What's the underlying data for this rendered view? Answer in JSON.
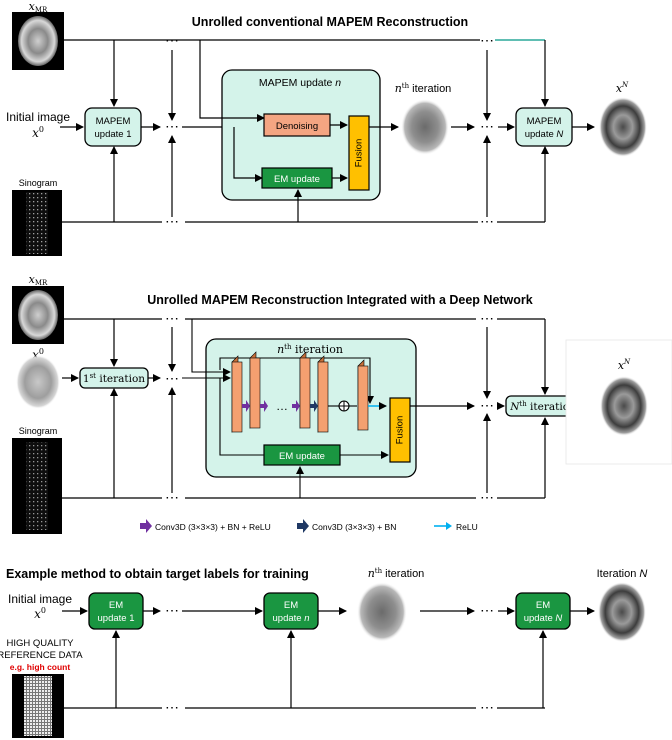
{
  "panel1": {
    "title": "Unrolled conventional MAPEM Reconstruction",
    "x_mr": "x",
    "x_mr_sub": "MR",
    "initial_image_line1": "Initial image",
    "x0": "x",
    "x0_sup": "0",
    "sinogram": "Sinogram",
    "mapem1_line1": "MAPEM",
    "mapem1_line2": "update 1",
    "inner_title": "MAPEM update ",
    "inner_title_n": "n",
    "denoising": "Denoising",
    "em_update": "EM update",
    "fusion": "Fusion",
    "nth_n": "n",
    "nth_sup": "th",
    "nth_rest": " iteration",
    "mapemN_line1": "MAPEM",
    "mapemN_line2": "update ",
    "mapemN_N": "N",
    "xN": "x",
    "xN_sup": "N",
    "dots": "⋯"
  },
  "panel2": {
    "title": "Unrolled MAPEM Reconstruction Integrated with a Deep Network",
    "x_mr": "x",
    "x_mr_sub": "MR",
    "x0": "x",
    "x0_sup": "0",
    "sinogram": "Sinogram",
    "first_1": "1",
    "first_sup": "st",
    "first_rest": " iteration",
    "inner_n": "n",
    "inner_sup": "th",
    "inner_rest": " iteration",
    "em_update": "EM update",
    "fusion": "Fusion",
    "Nth_N": "N",
    "Nth_sup": "th",
    "Nth_rest": " iteration",
    "xN": "x",
    "xN_sup": "N",
    "dots": "⋯"
  },
  "legend": {
    "item1": "Conv3D (3×3×3) + BN + ReLU",
    "item2": "Conv3D (3×3×3) + BN",
    "item3": "ReLU",
    "color1": "#7030a0",
    "color2": "#1f3864",
    "color3": "#00b0f0"
  },
  "panel3": {
    "title": "Example method to obtain target labels for training",
    "initial_image_line1": "Initial image",
    "x0": "x",
    "x0_sup": "0",
    "hq1": "HIGH QUALITY",
    "hq2": "REFERENCE DATA",
    "eg": "e.g. high count",
    "em1_line1": "EM",
    "em1_line2": "update 1",
    "emn_line1": "EM",
    "emn_line2": "update ",
    "emn_n": "n",
    "emN_line1": "EM",
    "emN_line2": "update ",
    "emN_N": "N",
    "nth_n": "n",
    "nth_sup": "th",
    "nth_rest": " iteration",
    "iterN": "Iteration ",
    "iterN_N": "N",
    "dots": "⋯"
  },
  "colors": {
    "mint": "#d4f3ea",
    "denoise": "#f4a582",
    "em_green": "#1a9641",
    "fusion": "#ffc000",
    "conv": "#f4a070",
    "red": "#e00000",
    "teal": "#2ca89a"
  }
}
